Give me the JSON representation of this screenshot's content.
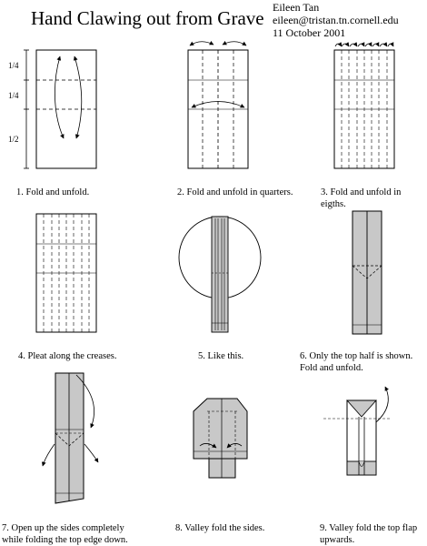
{
  "header": {
    "title": "Hand Clawing out from Grave",
    "author": "Eileen Tan",
    "email": "eileen@tristan.tn.cornell.edu",
    "date": "11 October 2001"
  },
  "fractions": [
    "1/4",
    "1/4",
    "1/2"
  ],
  "steps": [
    {
      "caption": "1.  Fold and unfold."
    },
    {
      "caption": "2.  Fold and unfold in quarters."
    },
    {
      "caption": "3.  Fold and unfold in eigths."
    },
    {
      "caption": "4.  Pleat along the creases."
    },
    {
      "caption": "5.  Like this."
    },
    {
      "caption": "6.  Only the top half is shown. Fold and unfold."
    },
    {
      "caption": "7.  Open up the sides completely while folding the top edge down."
    },
    {
      "caption": "8.  Valley fold the sides."
    },
    {
      "caption": "9.  Valley fold the top flap upwards."
    }
  ],
  "colors": {
    "paper_back": "#c8c8c8",
    "line": "#000000"
  }
}
